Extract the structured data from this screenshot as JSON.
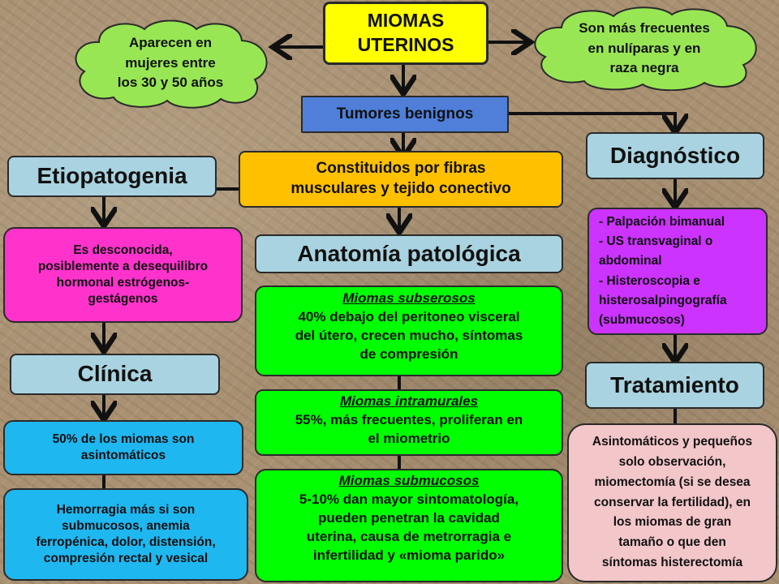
{
  "title": [
    "MIOMAS",
    "UTERINOS"
  ],
  "cloud_left": [
    "Aparecen en",
    "mujeres entre",
    "los 30 y 50 años"
  ],
  "cloud_right": [
    "Son más frecuentes",
    "en nulíparas y en",
    "raza negra"
  ],
  "tumores": "Tumores benignos",
  "constituidos": [
    "Constituidos por fibras",
    "musculares y tejido conectivo"
  ],
  "etiopatogenia": {
    "header": "Etiopatogenia",
    "body": [
      "Es desconocida,",
      "posiblemente a desequilibro",
      "hormonal estrógenos-",
      "gestágenos"
    ]
  },
  "clinica": {
    "header": "Clínica",
    "box1": [
      "50% de los miomas son",
      "asintomáticos"
    ],
    "box2": [
      "Hemorragia más si son",
      "submucosos,  anemia",
      "ferropénica, dolor, distensión,",
      "compresión  rectal y vesical"
    ]
  },
  "anatomia": {
    "header": "Anatomía patológica",
    "subserosos": {
      "title": "Miomas subserosos",
      "body": [
        "40% debajo del peritoneo visceral",
        "del útero, crecen mucho, síntomas",
        "de compresión"
      ]
    },
    "intramurales": {
      "title": "Miomas intramurales",
      "body": [
        "55%, más frecuentes, proliferan en",
        "el miometrio"
      ]
    },
    "submucosos": {
      "title": "Miomas submucosos",
      "body": [
        "5-10% dan mayor sintomatología,",
        "pueden penetran la cavidad",
        "uterina, causa de metrorragia e",
        "infertilidad y «mioma parido»"
      ]
    }
  },
  "diagnostico": {
    "header": "Diagnóstico",
    "body": [
      "- Palpación  bimanual",
      "- US transvaginal  o",
      "abdominal",
      "- Histeroscopia  e",
      "histerosalpingografía",
      "(submucosos)"
    ]
  },
  "tratamiento": {
    "header": "Tratamiento",
    "body": [
      "Asintomáticos  y pequeños",
      "solo observación,",
      "miomectomía  (si se desea",
      "conservar  la fertilidad),  en",
      "los miomas de gran",
      "tamaño  o que den",
      "síntomas  histerectomía"
    ]
  },
  "colors": {
    "title": "#ffff00",
    "cloud": "#99e655",
    "tumores": "#4f7fd9",
    "constituidos": "#ffc000",
    "header": "#a9d3e0",
    "magenta": "#ff33cc",
    "cyan": "#1fb7f0",
    "green": "#00ff00",
    "purple": "#cc33ff",
    "pink": "#f3c6c9"
  }
}
